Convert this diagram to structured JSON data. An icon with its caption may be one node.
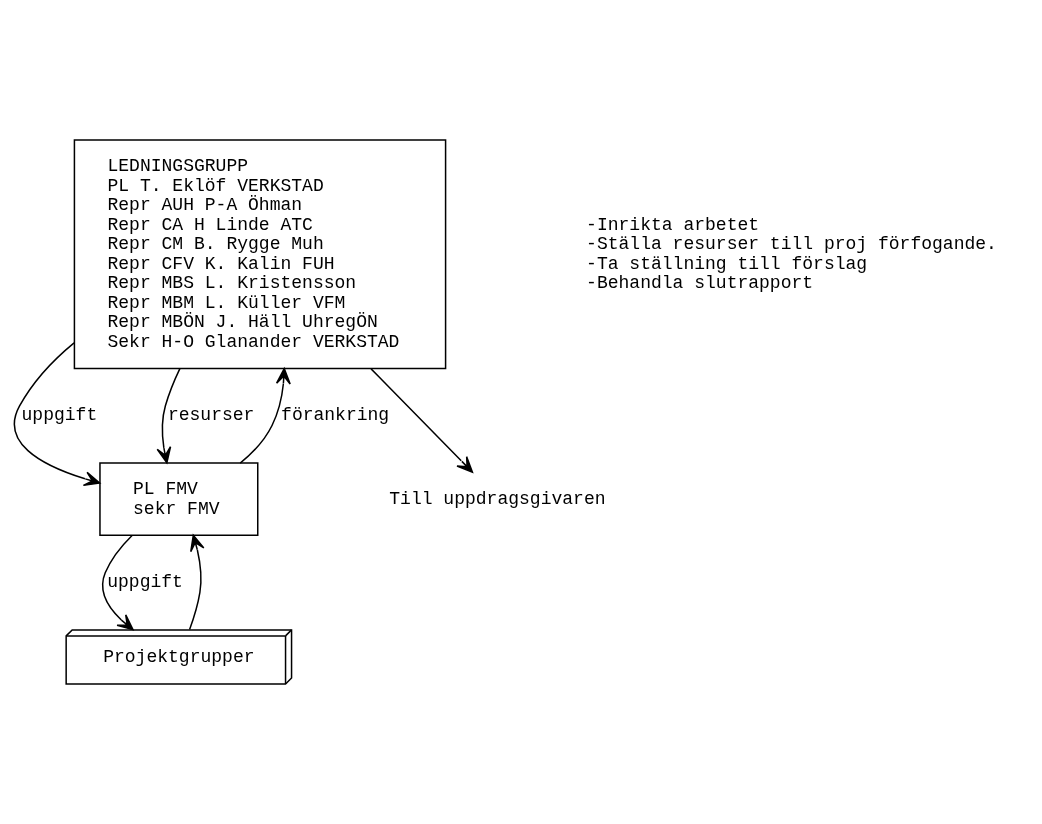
{
  "diagram": {
    "nodes": [
      {
        "text": [
          "LEDNINGSGRUPP",
          "PL T. Eklöf VERKSTAD",
          "Repr AUH P-A Öhman",
          "Repr CA H Linde ATC",
          "Repr CM B. Rygge Muh",
          "Repr CFV K. Kalin FUH",
          "Repr MBS L. Kristensson",
          "Repr MBM L. Küller VFM",
          "Repr MBÖN J. Häll UhregÖN",
          "Sekr H-O Glanander VERKSTAD"
        ]
      },
      {
        "text": [
          "PL FMV",
          "sekr FMV"
        ]
      },
      {
        "text": [
          "Projektgrupper"
        ]
      },
      {
        "text": [
          "Till uppdragsgivaren"
        ]
      }
    ],
    "edges": [
      {
        "from": 0,
        "to": 3,
        "arrow": "to"
      },
      {
        "from": 1,
        "to": 0,
        "arrow": "to",
        "label": "förankring"
      },
      {
        "from": 0,
        "to": 1,
        "arrow": "to",
        "label": "uppgift"
      },
      {
        "from": 0,
        "to": 1,
        "arrow": "to",
        "label": "resurser"
      },
      {
        "from": 2,
        "to": 1,
        "arrow": "to"
      },
      {
        "from": 1,
        "to": 2,
        "arrow": "to",
        "label": "uppgift"
      }
    ],
    "labels": [
      "-Inrikta arbetet",
      "-Ställa resurser till proj förfogande.",
      "-Ta ställning till förslag",
      "-Behandla slutrapport"
    ]
  }
}
